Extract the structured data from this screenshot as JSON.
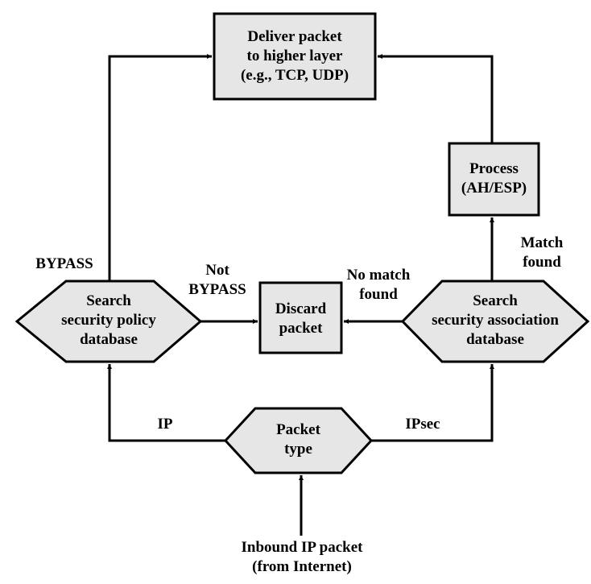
{
  "nodes": {
    "deliver": [
      "Deliver packet",
      "to higher layer",
      "(e.g., TCP, UDP)"
    ],
    "process": [
      "Process",
      "(AH/ESP)"
    ],
    "spd": [
      "Search",
      "security policy",
      "database"
    ],
    "discard": [
      "Discard",
      "packet"
    ],
    "sad": [
      "Search",
      "security association",
      "database"
    ],
    "packet_type": [
      "Packet",
      "type"
    ],
    "inbound": [
      "Inbound IP packet",
      "(from Internet)"
    ]
  },
  "edges": {
    "bypass": "BYPASS",
    "not_bypass": [
      "Not",
      "BYPASS"
    ],
    "no_match": [
      "No match",
      "found"
    ],
    "match": [
      "Match",
      "found"
    ],
    "ip": "IP",
    "ipsec": "IPsec"
  },
  "colors": {
    "node_fill": "#e6e6e6",
    "stroke": "#000000"
  }
}
